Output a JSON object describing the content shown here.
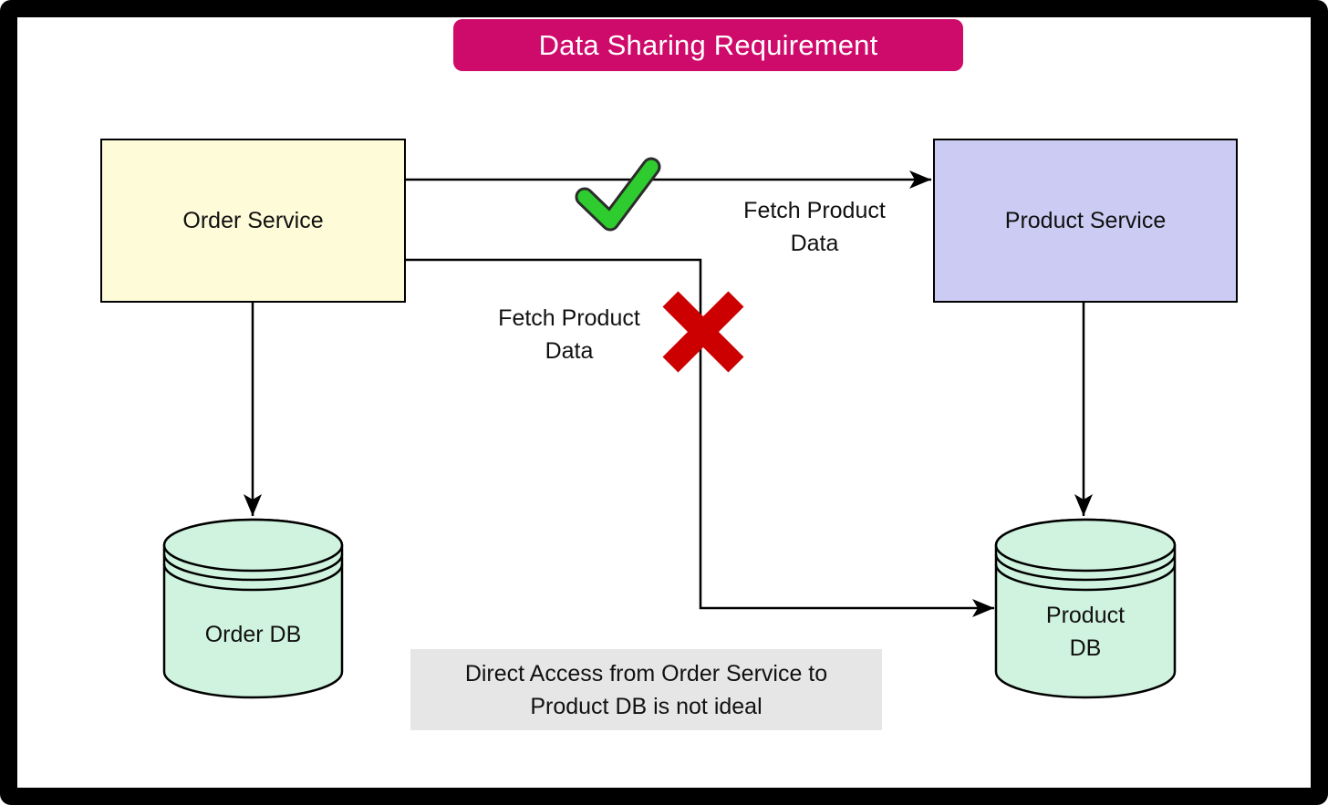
{
  "title": {
    "label": "Data Sharing Requirement",
    "bg": "#CE0A6B",
    "text_color": "#FFFFFF"
  },
  "nodes": {
    "order_service": {
      "label": "Order Service",
      "fill": "#FDFBD8"
    },
    "product_service": {
      "label": "Product Service",
      "fill": "#CCCBF3"
    },
    "order_db": {
      "lines": [
        "Order DB"
      ],
      "fill": "#CFF3DE"
    },
    "product_db": {
      "lines": [
        "Product",
        "DB"
      ],
      "fill": "#CFF3DE"
    }
  },
  "edges": {
    "service_to_service": {
      "lines": [
        "Fetch Product",
        "Data"
      ],
      "icon": "check-icon",
      "icon_color": "#2ECC2E"
    },
    "service_to_db": {
      "lines": [
        "Fetch Product",
        "Data"
      ],
      "icon": "cross-icon",
      "icon_color": "#CC0000"
    }
  },
  "note": {
    "lines": [
      "Direct Access from Order Service to",
      "Product DB is not ideal"
    ],
    "bg": "#E6E6E6"
  },
  "colors": {
    "line": "#000000",
    "frame": "#000000",
    "canvas": "#FFFFFF"
  }
}
